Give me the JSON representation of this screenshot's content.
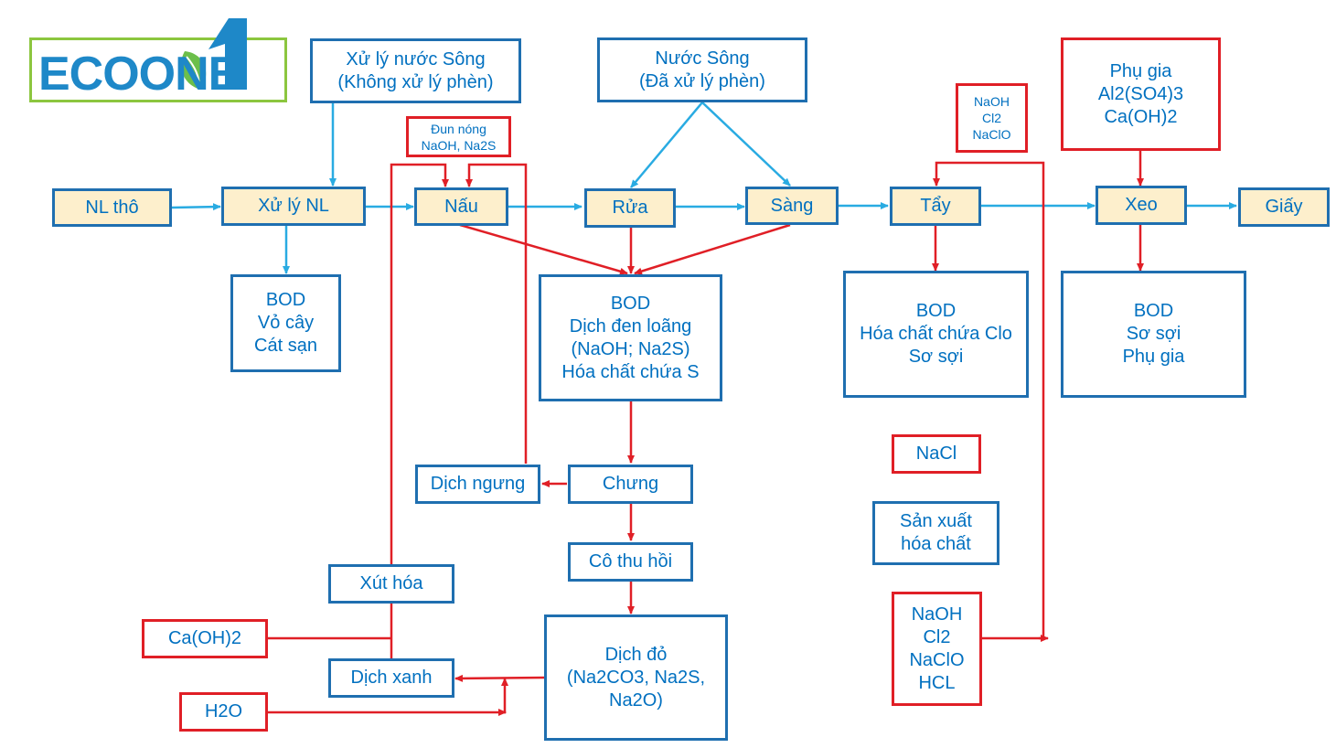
{
  "logo": {
    "text": "ECOONE",
    "colors": {
      "text": "#1e88c8",
      "frame": "#8cc63f",
      "leaf": "#6cbf4a"
    }
  },
  "colors": {
    "blue_line": "#29abe2",
    "red_line": "#e01f26",
    "box_fill": "#fdefcc",
    "box_border": "#1f6fb0",
    "text": "#0070c0"
  },
  "process": {
    "nl_tho": "NL thô",
    "xu_ly_nl": "Xử lý NL",
    "nau": "Nấu",
    "rua": "Rửa",
    "sang": "Sàng",
    "tay": "Tẩy",
    "xeo": "Xeo",
    "giay": "Giấy"
  },
  "inputs": {
    "river_untreated": [
      "Xử lý nước Sông",
      "(Không xử lý phèn)"
    ],
    "river_treated": [
      "Nước Sông",
      "(Đã xử lý phèn)"
    ],
    "cooking_chem": [
      "Đun nóng",
      "NaOH, Na2S"
    ],
    "bleach_chem": [
      "NaOH",
      "Cl2",
      "NaClO"
    ],
    "additives": [
      "Phụ gia",
      "Al2(SO4)3",
      "Ca(OH)2"
    ]
  },
  "outputs": {
    "prep_waste": [
      "BOD",
      "Vỏ cây",
      "Cát sạn"
    ],
    "black_liquor": [
      "BOD",
      "Dịch đen loãng",
      "(NaOH; Na2S)",
      "Hóa chất chứa S"
    ],
    "bleach_waste": [
      "BOD",
      "Hóa chất chứa Clo",
      "Sơ sợi"
    ],
    "paper_waste": [
      "BOD",
      "Sơ sợi",
      "Phụ gia"
    ]
  },
  "recovery": {
    "chung": "Chưng",
    "dich_ngung": "Dịch ngưng",
    "co_thu_hoi": "Cô thu hồi",
    "dich_do": [
      "Dịch đỏ",
      "(Na2CO3, Na2S,",
      "Na2O)"
    ],
    "dich_xanh": "Dịch xanh",
    "xut_hoa": "Xút hóa",
    "caoh2": "Ca(OH)2",
    "h2o": "H2O"
  },
  "chemicals": {
    "nacl": "NaCl",
    "san_xuat": [
      "Sản xuất",
      "hóa chất"
    ],
    "products": [
      "NaOH",
      "Cl2",
      "NaClO",
      "HCL"
    ]
  }
}
